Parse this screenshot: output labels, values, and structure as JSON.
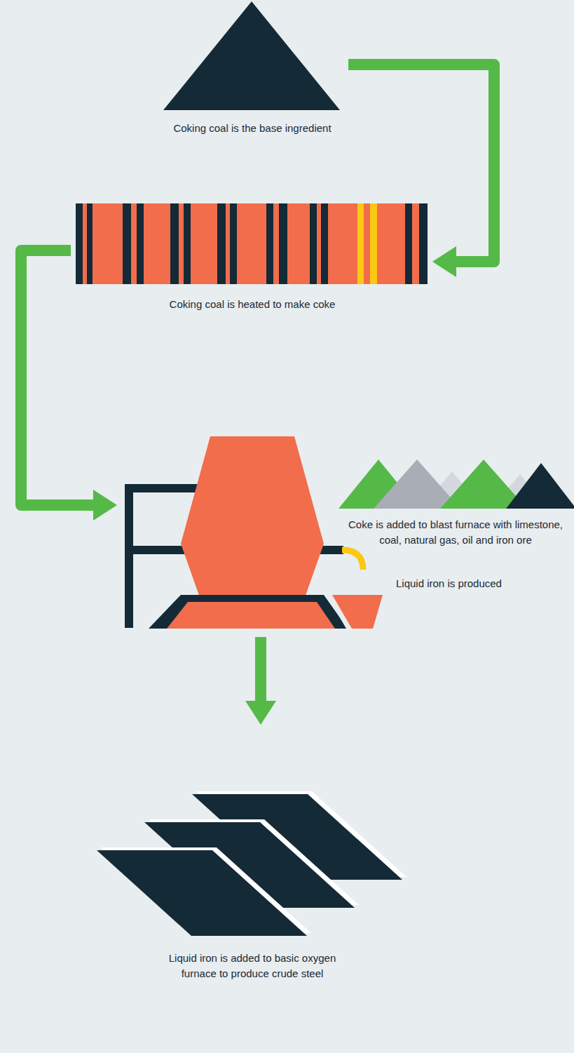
{
  "diagram": {
    "nodes": [
      {
        "text": [
          "Coking coal is the base ingredient"
        ]
      },
      {
        "text": [
          "Coking coal is heated to make coke"
        ]
      },
      {
        "text": [
          "Coke is added to blast furnace with limestone, coal, natural gas, oil and iron ore",
          "Liquid iron is produced"
        ]
      },
      {
        "text": [
          "Liquid iron is added to basic oxygen furnace to produce crude steel"
        ]
      }
    ],
    "edges": [
      {
        "from": 0,
        "to": 1,
        "arrow": "to"
      },
      {
        "from": 1,
        "to": 2,
        "arrow": "to"
      },
      {
        "from": 2,
        "to": 3,
        "arrow": "to"
      }
    ]
  }
}
